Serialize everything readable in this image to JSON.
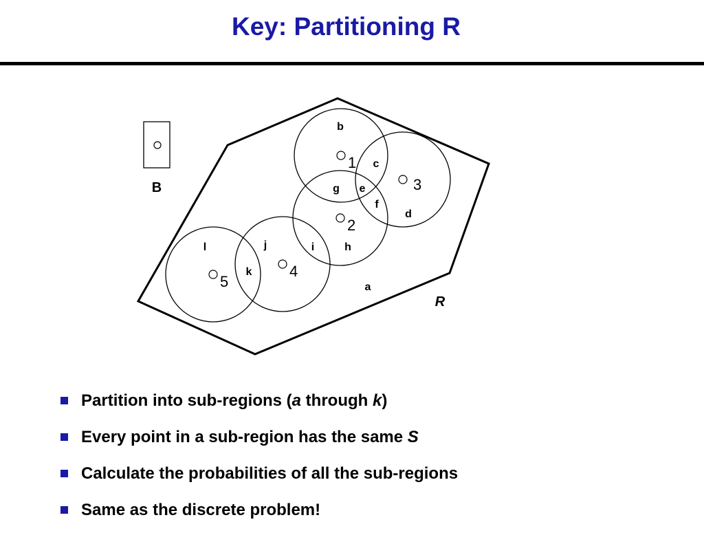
{
  "title": "Key: Partitioning R",
  "diagram": {
    "box_label": "B",
    "region_label": "R",
    "points": [
      "1",
      "2",
      "3",
      "4",
      "5"
    ],
    "subregions": {
      "a": "a",
      "b": "b",
      "c": "c",
      "d": "d",
      "e": "e",
      "f": "f",
      "g": "g",
      "h": "h",
      "i": "i",
      "j": "j",
      "k": "k",
      "l": "l"
    }
  },
  "bullets": [
    {
      "pre": "Partition into sub-regions (",
      "it1": "a",
      "mid": " through ",
      "it2": "k",
      "post": ")"
    },
    {
      "pre": "Every point in a sub-region has the same ",
      "it1": "S"
    },
    {
      "pre": "Calculate the probabilities of all the sub-regions"
    },
    {
      "pre": "Same as the discrete problem!"
    }
  ],
  "colors": {
    "title": "#1a1aa6",
    "bullet_square": "#1a1aa6",
    "rule": "#000000"
  }
}
